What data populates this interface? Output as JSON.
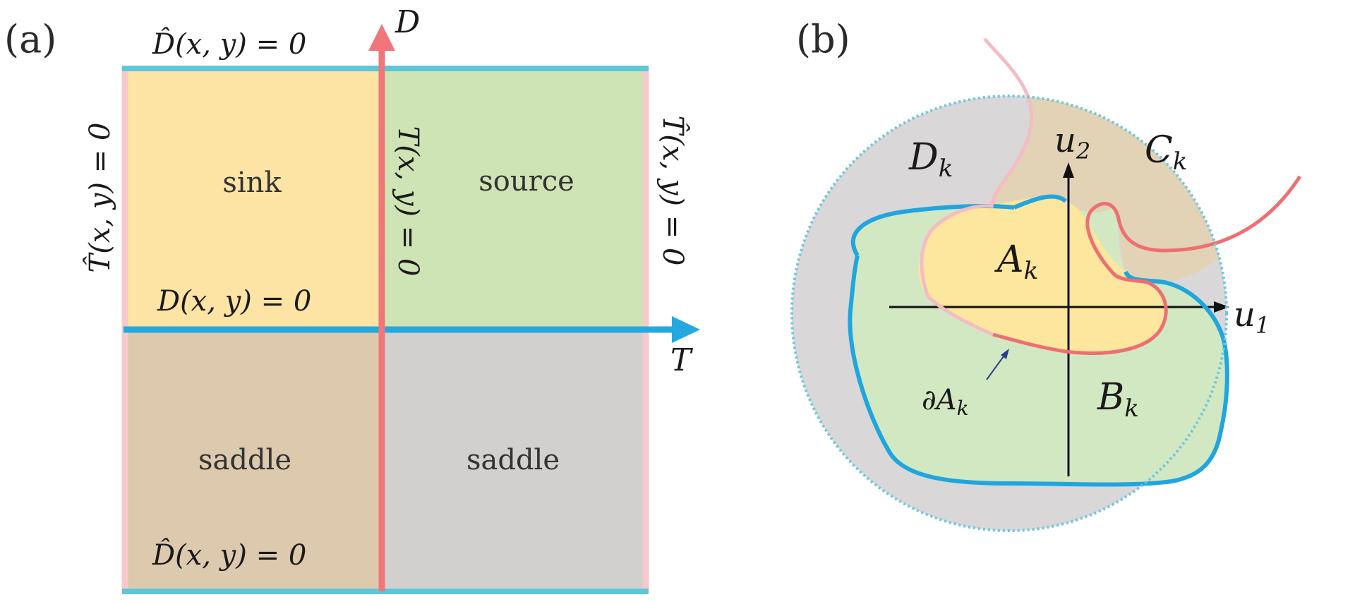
{
  "panel_a": {
    "label": "(a)",
    "axes": {
      "horizontal": "T",
      "vertical": "D"
    },
    "curves": {
      "d_hat_top": "D̂(x, y) = 0",
      "d_hat_bottom": "D̂(x, y) = 0",
      "d_zero": "D(x, y) = 0",
      "t_zero": "T(x, y) = 0",
      "t_hat_left": "T̂(x, y) = 0",
      "t_hat_right": "T̂(x, y) = 0"
    },
    "quadrants": {
      "top_left": "sink",
      "top_right": "source",
      "bottom_left": "saddle",
      "bottom_right": "saddle"
    },
    "colors": {
      "sink": "#fde3a4",
      "source": "#cfe4b4",
      "saddle_left": "#dcc9ae",
      "saddle_right": "#d2cfcf",
      "d_axis": "#f0767a",
      "t_axis": "#24a8e0",
      "d_hat": "#5cc7d9",
      "t_hat": "#f7c9cc"
    }
  },
  "panel_b": {
    "label": "(b)",
    "axes": {
      "horizontal": "u",
      "horizontal_sub": "1",
      "vertical": "u",
      "vertical_sub": "2"
    },
    "regions": {
      "a": "A",
      "a_sub": "k",
      "b": "B",
      "b_sub": "k",
      "c": "C",
      "c_sub": "k",
      "d": "D",
      "d_sub": "k"
    },
    "boundary": {
      "prefix": "∂A",
      "sub": "k"
    },
    "colors": {
      "disk": "#d9d7d8",
      "c_region": "#e3d3b6",
      "b_region": "#d2e8c2",
      "a_region": "#fde69d",
      "blue_curve": "#1fa6df",
      "red_curve": "#ee6f72",
      "pink_curve": "#f4bcc4",
      "dotted_border": "#6cc6df"
    }
  }
}
